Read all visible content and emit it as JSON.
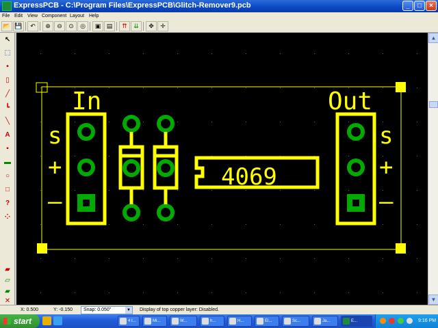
{
  "window": {
    "title": "ExpressPCB - C:\\Program Files\\ExpressPCB\\Glitch-Remover9.pcb",
    "min_label": "_",
    "max_label": "□",
    "close_label": "×"
  },
  "menu": [
    "File",
    "Edit",
    "View",
    "Component",
    "Layout",
    "Help"
  ],
  "toolbar": {
    "buttons": [
      {
        "name": "open-icon",
        "glyph": "📂"
      },
      {
        "name": "save-icon",
        "glyph": "💾"
      },
      {
        "name": "undo-icon",
        "glyph": "↶"
      },
      {
        "name": "zoom-in-icon",
        "glyph": "⊕"
      },
      {
        "name": "zoom-out-icon",
        "glyph": "⊖"
      },
      {
        "name": "zoom-fit-icon",
        "glyph": "⊙"
      },
      {
        "name": "zoom-reset-icon",
        "glyph": "◎"
      },
      {
        "name": "layer-icon",
        "glyph": "▣"
      },
      {
        "name": "layer-swap-icon",
        "glyph": "▤"
      },
      {
        "name": "flip-up-icon",
        "glyph": "⇈"
      },
      {
        "name": "flip-down-icon",
        "glyph": "⇊"
      },
      {
        "name": "move-icon",
        "glyph": "✥"
      },
      {
        "name": "move-alt-icon",
        "glyph": "✛"
      }
    ]
  },
  "palette": [
    {
      "name": "pointer-tool-icon",
      "glyph": "↖"
    },
    {
      "name": "select-rect-tool-icon",
      "glyph": "⬚"
    },
    {
      "name": "pad-tool-icon",
      "glyph": "•"
    },
    {
      "name": "component-tool-icon",
      "glyph": "▯"
    },
    {
      "name": "trace-tool-icon",
      "glyph": "╱"
    },
    {
      "name": "trace-corner-tool-icon",
      "glyph": "┗"
    },
    {
      "name": "angled-trace-tool-icon",
      "glyph": "╲"
    },
    {
      "name": "text-tool-icon",
      "glyph": "A"
    },
    {
      "name": "pad-shape-tool-icon",
      "glyph": "▪"
    },
    {
      "name": "smd-pad-tool-icon",
      "glyph": "▬"
    },
    {
      "name": "circle-tool-icon",
      "glyph": "○"
    },
    {
      "name": "rect-tool-icon",
      "glyph": "□"
    },
    {
      "name": "help-tool-icon",
      "glyph": "?"
    },
    {
      "name": "netlist-tool-icon",
      "glyph": "⁘"
    }
  ],
  "palette_bottom": [
    {
      "name": "layer-top-icon",
      "glyph": "▰"
    },
    {
      "name": "layer-bottom-icon",
      "glyph": "▱"
    },
    {
      "name": "layer-both-icon",
      "glyph": "▰"
    },
    {
      "name": "layer-silk-icon",
      "glyph": "✕"
    }
  ],
  "pcb": {
    "label_in": "In",
    "label_out": "Out",
    "label_s": "s",
    "label_plus": "+",
    "label_minus": "–",
    "chip_label": "4069",
    "colors": {
      "silkscreen": "#ffff00",
      "pad": "#00aa00",
      "board_outline": "#ffff00",
      "background": "#000000"
    }
  },
  "status": {
    "x": "X: 0.500",
    "y": "Y: -0.150",
    "snap": "Snap:  0.050\"",
    "message": "Display of top copper layer:  Disabled."
  },
  "taskbar": {
    "start_label": "start",
    "tasks": [
      {
        "label": "4 I...",
        "count": ""
      },
      {
        "label": "Mi...",
        "count": ""
      },
      {
        "label": "W...",
        "count": ""
      },
      {
        "label": "h...",
        "count": ""
      },
      {
        "label": "H...",
        "count": ""
      },
      {
        "label": "El...",
        "count": ""
      },
      {
        "label": "Sc...",
        "count": ""
      },
      {
        "label": "Ja...",
        "count": ""
      },
      {
        "label": "E...",
        "count": ""
      }
    ],
    "clock": "9:16 PM"
  }
}
